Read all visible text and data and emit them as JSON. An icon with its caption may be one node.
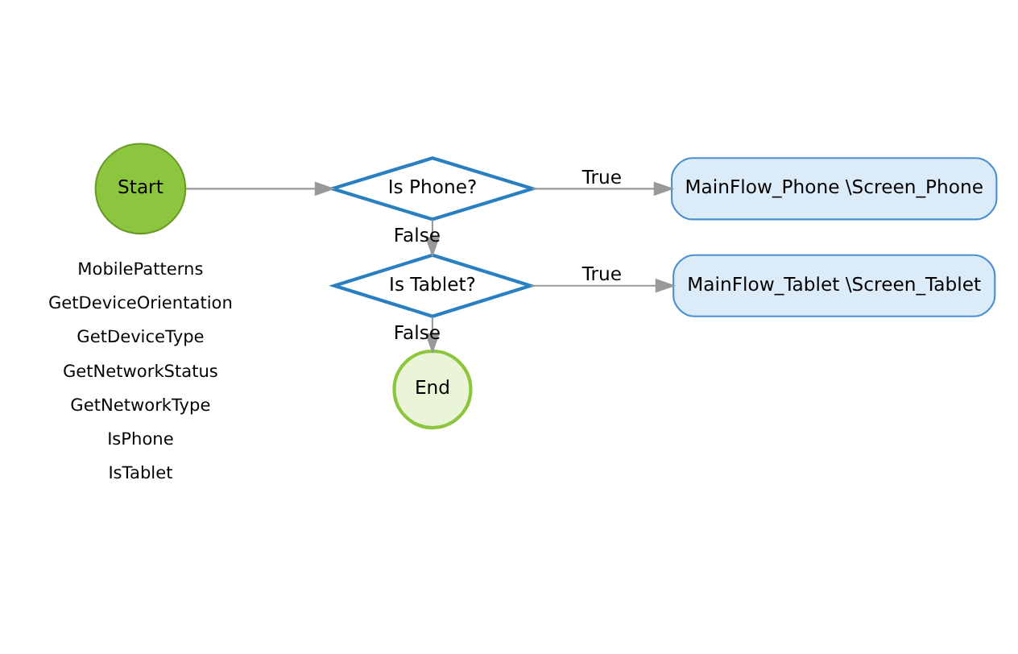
{
  "diagram": {
    "nodes": [
      {
        "text": [
          "Start"
        ]
      },
      {
        "text": [
          "Is Phone?"
        ]
      },
      {
        "text": [
          "MainFlow_Phone \\Screen_Phone"
        ]
      },
      {
        "text": [
          "Is Tablet?"
        ]
      },
      {
        "text": [
          "MainFlow_Tablet \\Screen_Tablet"
        ]
      },
      {
        "text": [
          "End"
        ]
      }
    ],
    "edges": [
      {
        "from": 0,
        "to": 1,
        "arrow": "to"
      },
      {
        "from": 1,
        "to": 2,
        "arrow": "to",
        "label": "True"
      },
      {
        "from": 1,
        "to": 3,
        "arrow": "to",
        "label": "False"
      },
      {
        "from": 3,
        "to": 4,
        "arrow": "to",
        "label": "True"
      },
      {
        "from": 3,
        "to": 5,
        "arrow": "to",
        "label": "False"
      }
    ],
    "labels": [
      "MobilePatterns",
      "GetDeviceOrientation",
      "GetDeviceType",
      "GetNetworkStatus",
      "GetNetworkType",
      "IsPhone",
      "IsTablet"
    ]
  }
}
